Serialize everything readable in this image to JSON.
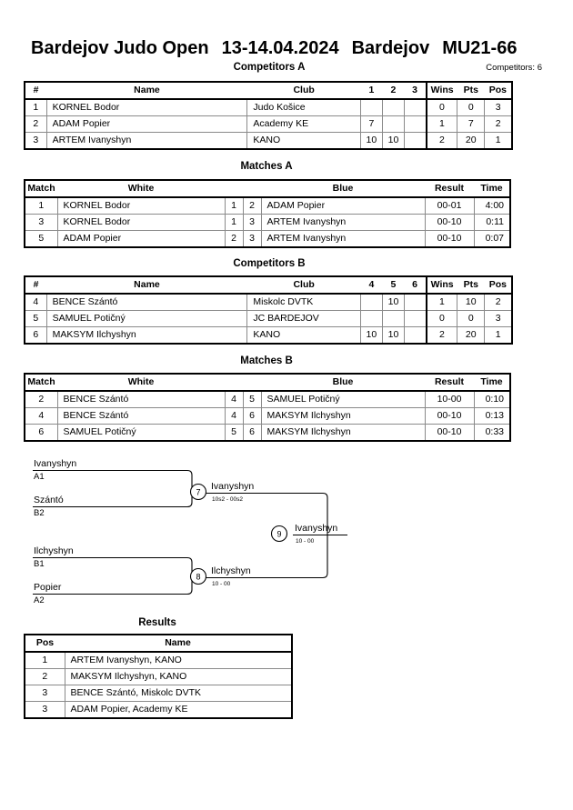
{
  "header": {
    "event": "Bardejov Judo Open",
    "dates": "13-14.04.2024",
    "city": "Bardejov",
    "category": "MU21-66",
    "competitors_label": "Competitors: 6"
  },
  "sections": {
    "competitors_a": "Competitors A",
    "matches_a": "Matches A",
    "competitors_b": "Competitors B",
    "matches_b": "Matches B",
    "results": "Results"
  },
  "competitors_table": {
    "headers": {
      "num": "#",
      "name": "Name",
      "club": "Club",
      "wins": "Wins",
      "pts": "Pts",
      "pos": "Pos"
    }
  },
  "matches_table": {
    "headers": {
      "match": "Match",
      "white": "White",
      "blue": "Blue",
      "result": "Result",
      "time": "Time"
    }
  },
  "pool_a": {
    "opponent_cols": [
      "1",
      "2",
      "3"
    ],
    "rows": [
      {
        "num": "1",
        "name": "KORNEL Bodor",
        "club": "Judo Košice",
        "scores": [
          "",
          "",
          ""
        ],
        "wins": "0",
        "pts": "0",
        "pos": "3"
      },
      {
        "num": "2",
        "name": "ADAM Popier",
        "club": "Academy KE",
        "scores": [
          "7",
          "",
          ""
        ],
        "wins": "1",
        "pts": "7",
        "pos": "2"
      },
      {
        "num": "3",
        "name": "ARTEM Ivanyshyn",
        "club": "KANO",
        "scores": [
          "10",
          "10",
          ""
        ],
        "wins": "2",
        "pts": "20",
        "pos": "1"
      }
    ]
  },
  "matches_a": {
    "rows": [
      {
        "match": "1",
        "white": "KORNEL Bodor",
        "wnum": "1",
        "bnum": "2",
        "blue": "ADAM Popier",
        "result": "00-01",
        "time": "4:00"
      },
      {
        "match": "3",
        "white": "KORNEL Bodor",
        "wnum": "1",
        "bnum": "3",
        "blue": "ARTEM Ivanyshyn",
        "result": "00-10",
        "time": "0:11"
      },
      {
        "match": "5",
        "white": "ADAM Popier",
        "wnum": "2",
        "bnum": "3",
        "blue": "ARTEM Ivanyshyn",
        "result": "00-10",
        "time": "0:07"
      }
    ]
  },
  "pool_b": {
    "opponent_cols": [
      "4",
      "5",
      "6"
    ],
    "rows": [
      {
        "num": "4",
        "name": "BENCE Szántó",
        "club": "Miskolc DVTK",
        "scores": [
          "",
          "10",
          ""
        ],
        "wins": "1",
        "pts": "10",
        "pos": "2"
      },
      {
        "num": "5",
        "name": "SAMUEL Potičný",
        "club": "JC BARDEJOV",
        "scores": [
          "",
          "",
          ""
        ],
        "wins": "0",
        "pts": "0",
        "pos": "3"
      },
      {
        "num": "6",
        "name": "MAKSYM Ilchyshyn",
        "club": "KANO",
        "scores": [
          "10",
          "10",
          ""
        ],
        "wins": "2",
        "pts": "20",
        "pos": "1"
      }
    ]
  },
  "matches_b": {
    "rows": [
      {
        "match": "2",
        "white": "BENCE Szántó",
        "wnum": "4",
        "bnum": "5",
        "blue": "SAMUEL Potičný",
        "result": "10-00",
        "time": "0:10"
      },
      {
        "match": "4",
        "white": "BENCE Szántó",
        "wnum": "4",
        "bnum": "6",
        "blue": "MAKSYM Ilchyshyn",
        "result": "00-10",
        "time": "0:13"
      },
      {
        "match": "6",
        "white": "SAMUEL Potičný",
        "wnum": "5",
        "bnum": "6",
        "blue": "MAKSYM Ilchyshyn",
        "result": "00-10",
        "time": "0:33"
      }
    ]
  },
  "bracket": {
    "entries": [
      {
        "name": "Ivanyshyn",
        "seed": "A1"
      },
      {
        "name": "Szántó",
        "seed": "B2"
      },
      {
        "name": "Ilchyshyn",
        "seed": "B1"
      },
      {
        "name": "Popier",
        "seed": "A2"
      }
    ],
    "semifinal_1": {
      "number": "7",
      "winner": "Ivanyshyn",
      "score": "10s2 - 00s2"
    },
    "semifinal_2": {
      "number": "8",
      "winner": "Ilchyshyn",
      "score": "10 - 00"
    },
    "final": {
      "number": "9",
      "winner": "Ivanyshyn",
      "score": "10 - 00"
    }
  },
  "results": {
    "headers": {
      "pos": "Pos",
      "name": "Name"
    },
    "rows": [
      {
        "pos": "1",
        "name": "ARTEM Ivanyshyn, KANO"
      },
      {
        "pos": "2",
        "name": "MAKSYM Ilchyshyn, KANO"
      },
      {
        "pos": "3",
        "name": "BENCE Szántó, Miskolc DVTK"
      },
      {
        "pos": "3",
        "name": "ADAM Popier, Academy KE"
      }
    ]
  }
}
